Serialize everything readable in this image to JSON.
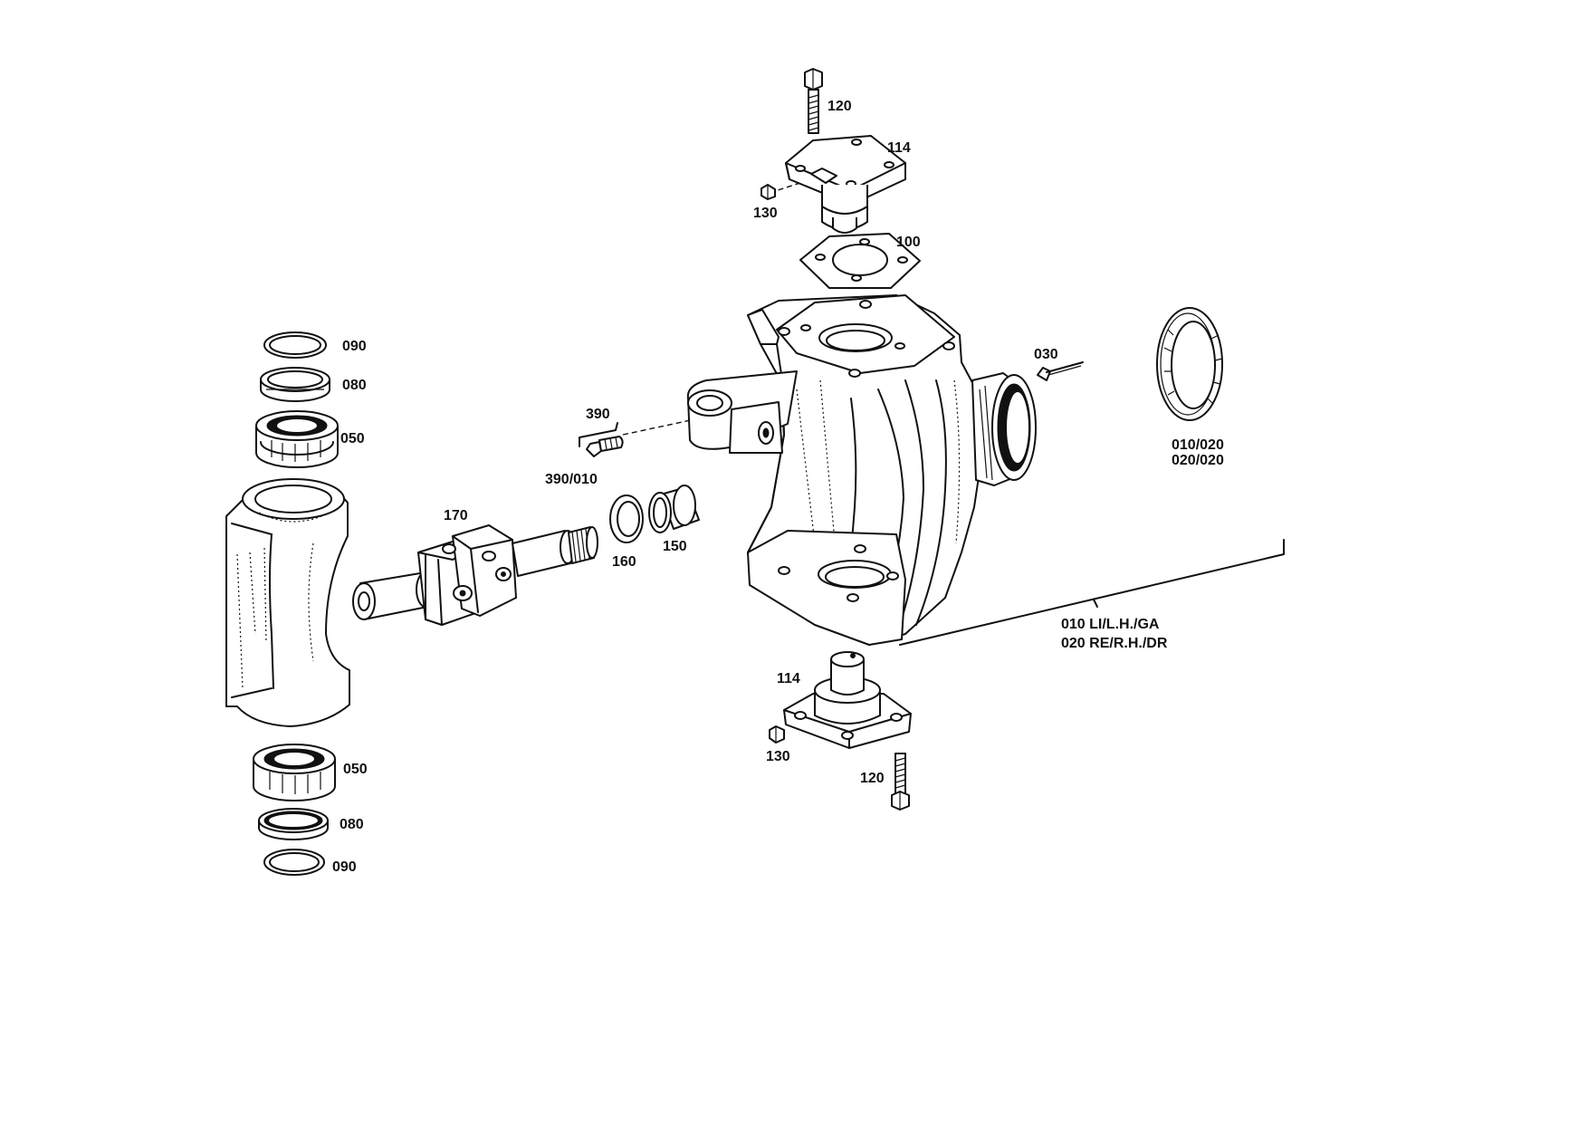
{
  "labels": {
    "bolt_top": "120",
    "cover_top": "114",
    "nipple_top": "130",
    "gasket": "100",
    "ring_090_top": "090",
    "ring_080_top": "080",
    "bearing_050_top": "050",
    "sensor": "030",
    "valve": "390",
    "valve_sub": "390/010",
    "ring_nut_1": "010/020",
    "ring_nut_2": "020/020",
    "joint_shaft": "170",
    "bushing": "150",
    "seal": "160",
    "knuckle_1": "010  LI/L.H./GA",
    "knuckle_2": "020  RE/R.H./DR",
    "cover_bottom": "114",
    "nipple_bottom": "130",
    "bolt_bottom": "120",
    "bearing_050_bottom": "050",
    "ring_080_bottom": "080",
    "ring_090_bottom": "090"
  }
}
